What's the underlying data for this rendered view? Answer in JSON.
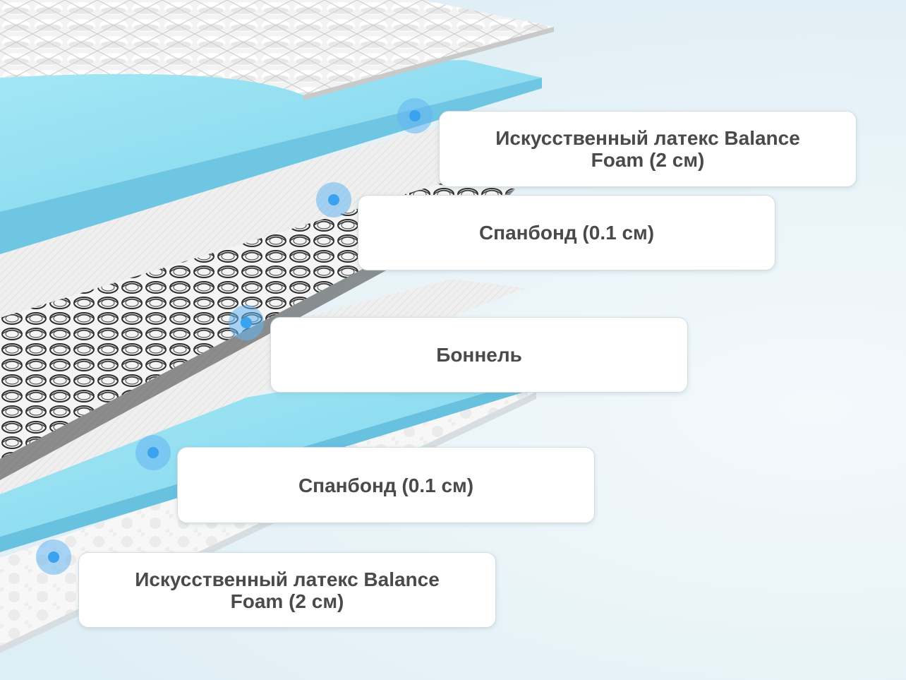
{
  "layers": [
    {
      "label": "Искусственный латекс Balance Foam (2 см)"
    },
    {
      "label": "Спанбонд (0.1 см)"
    },
    {
      "label": "Боннель"
    },
    {
      "label": "Спанбонд (0.1 см)"
    },
    {
      "label": "Искусственный латекс Balance Foam (2 см)"
    }
  ],
  "colors": {
    "foam": "#8fdcf0",
    "foam_edge": "#6fc7e4",
    "marker": "#3aa2ee",
    "label_text": "#4a4a4a",
    "spring": "#2c2c2c"
  }
}
